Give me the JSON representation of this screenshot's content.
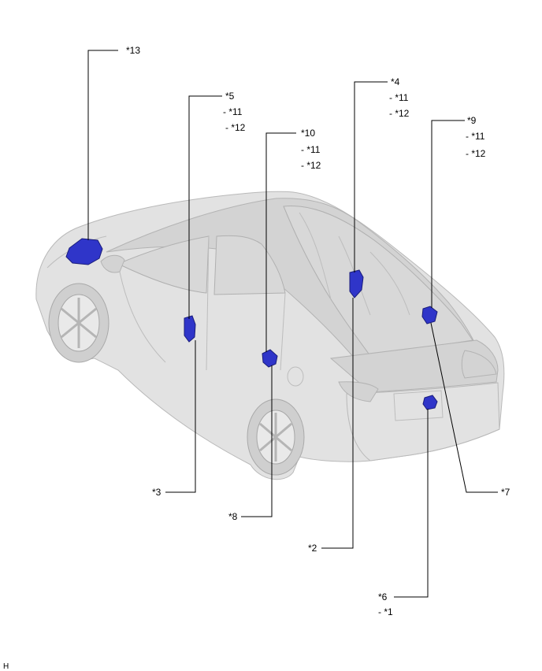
{
  "callouts": [
    {
      "id": "c13",
      "lines": [
        "*13"
      ]
    },
    {
      "id": "c5",
      "lines": [
        "*5",
        "- *11",
        "- *12"
      ]
    },
    {
      "id": "c4",
      "lines": [
        "*4",
        "- *11",
        "- *12"
      ]
    },
    {
      "id": "c10",
      "lines": [
        "*10",
        "- *11",
        "- *12"
      ]
    },
    {
      "id": "c9",
      "lines": [
        "*9",
        "- *11",
        "- *12"
      ]
    },
    {
      "id": "c3",
      "lines": [
        "*3"
      ]
    },
    {
      "id": "c8",
      "lines": [
        "*8"
      ]
    },
    {
      "id": "c2",
      "lines": [
        "*2"
      ]
    },
    {
      "id": "c7",
      "lines": [
        "*7"
      ]
    },
    {
      "id": "c6",
      "lines": [
        "*6",
        "- *1"
      ]
    }
  ],
  "corner_mark": "H",
  "colors": {
    "component": "#2f35c9",
    "vehicle": "#e2e2e2",
    "leader": "#000000"
  }
}
